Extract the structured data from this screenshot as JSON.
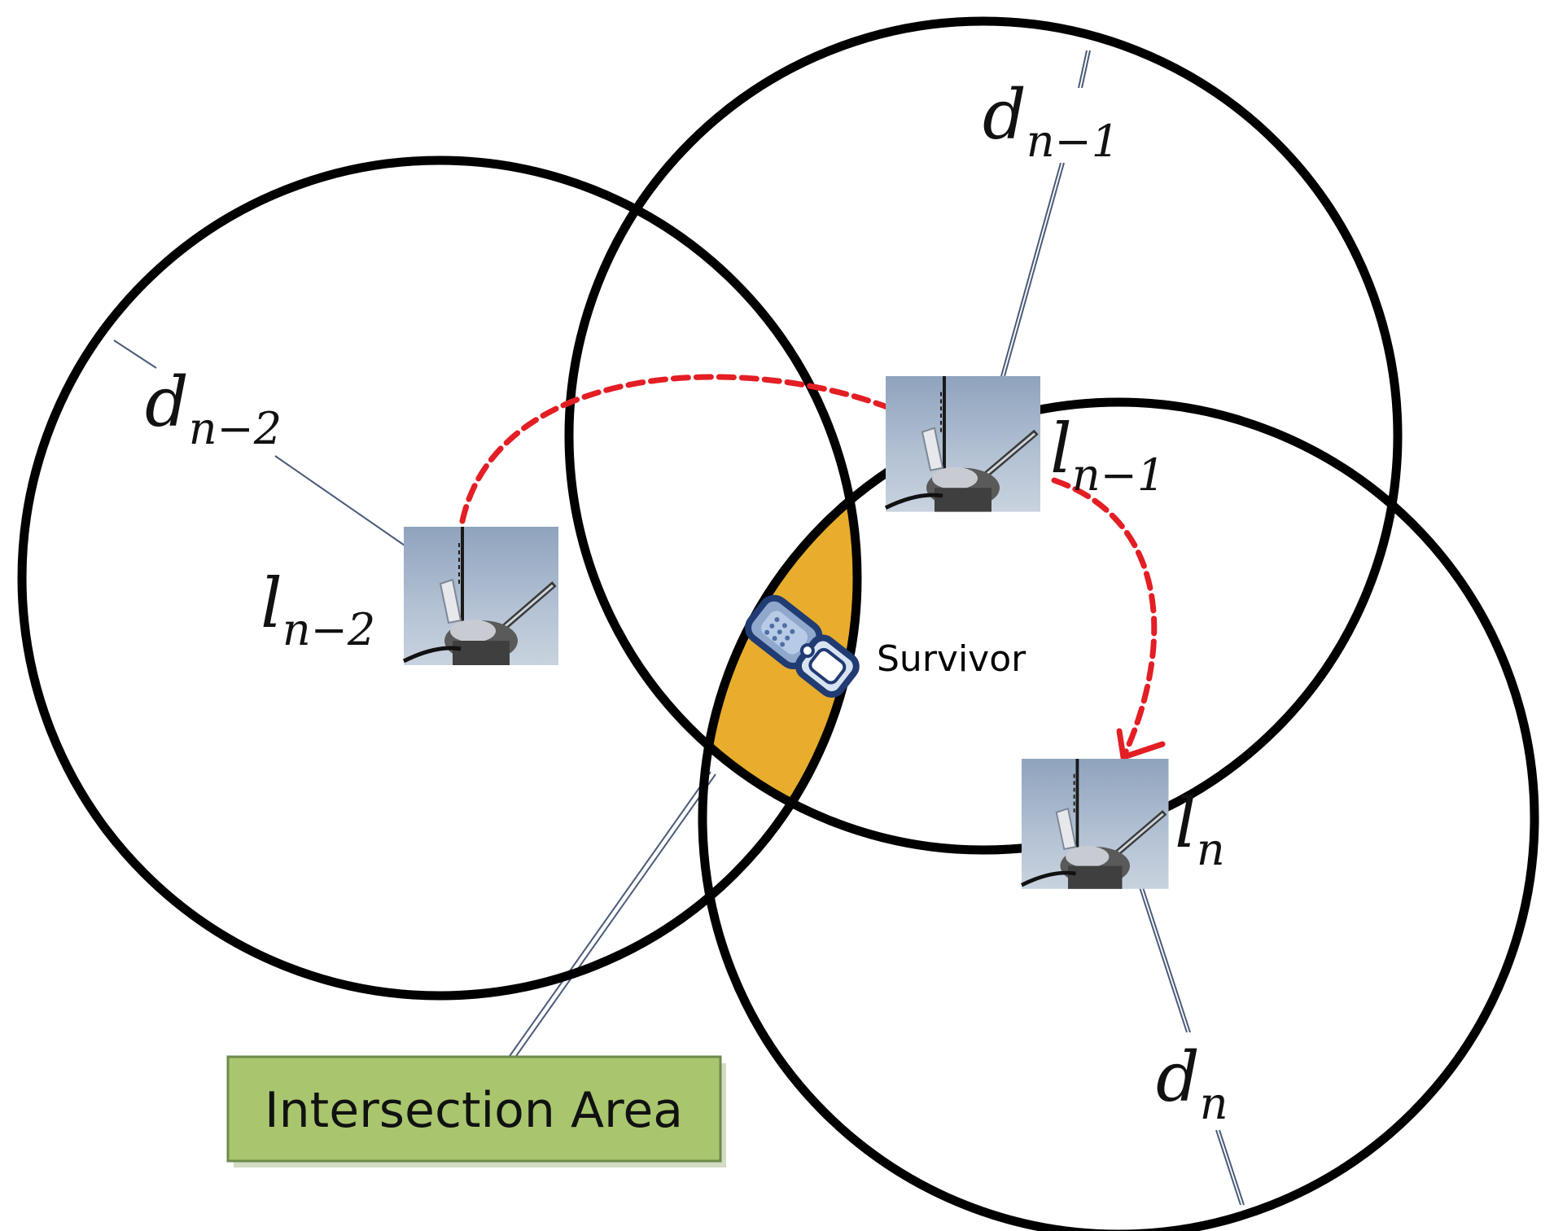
{
  "figure": {
    "colors": {
      "circle_stroke": "#000000",
      "intersection_fill": "#e8ad2c",
      "hop_arrow": "#e31e24",
      "callout_fill": "#a9c66e",
      "callout_border": "#6c8a4a",
      "radius_line": "#4a5a78"
    },
    "uav_icon": "drone-uav-photo-icon",
    "phone_icon": "flip-phone-icon"
  },
  "labels": {
    "radius_n_minus_2": {
      "base": "d",
      "sub": "n−2"
    },
    "radius_n_minus_1": {
      "base": "d",
      "sub": "n−1"
    },
    "radius_n": {
      "base": "d",
      "sub": "n"
    },
    "location_n_minus_2": {
      "base": "l",
      "sub": "n−2"
    },
    "location_n_minus_1": {
      "base": "l",
      "sub": "n−1"
    },
    "location_n": {
      "base": "l",
      "sub": "n"
    },
    "survivor": "Survivor",
    "intersection_area": "Intersection Area"
  }
}
